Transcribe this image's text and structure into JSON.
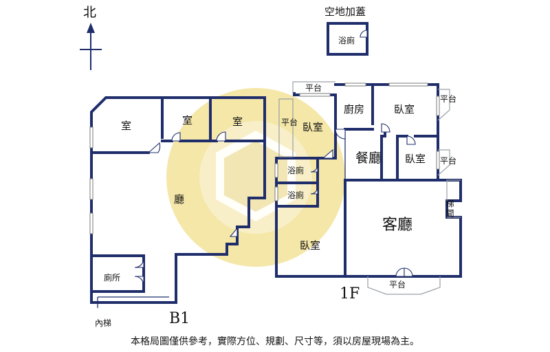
{
  "compass": {
    "north_label": "北"
  },
  "rooftop": {
    "title": "空地加蓋",
    "bath_label": "浴廁"
  },
  "floor_b1": {
    "level_label": "B1",
    "rooms": {
      "room_left": "室",
      "room_mid": "室",
      "room_right": "室",
      "hall": "廳",
      "toilet": "廁所",
      "inner_stair": "內梯"
    }
  },
  "floor_1f": {
    "level_label": "1F",
    "rooms": {
      "balcony_top": "平台",
      "balcony_left": "平台",
      "bedroom_a": "臥室",
      "kitchen": "廚房",
      "bedroom_b": "臥室",
      "balcony_right_top": "平台",
      "dining": "餐廳",
      "bedroom_c": "臥室",
      "balcony_right_mid": "平台",
      "bath_1": "浴廁",
      "bath_2": "浴廁",
      "stair": "梯間",
      "living": "客廳",
      "bedroom_d": "臥室",
      "balcony_bottom": "平台"
    }
  },
  "disclaimer": "本格局圖僅供參考，實際方位、規劃、尺寸等，須以房屋現場為主。",
  "colors": {
    "wall": "#1f2d6b",
    "watermark": "#f3e39a",
    "watermark_inner": "#d9b84a"
  }
}
